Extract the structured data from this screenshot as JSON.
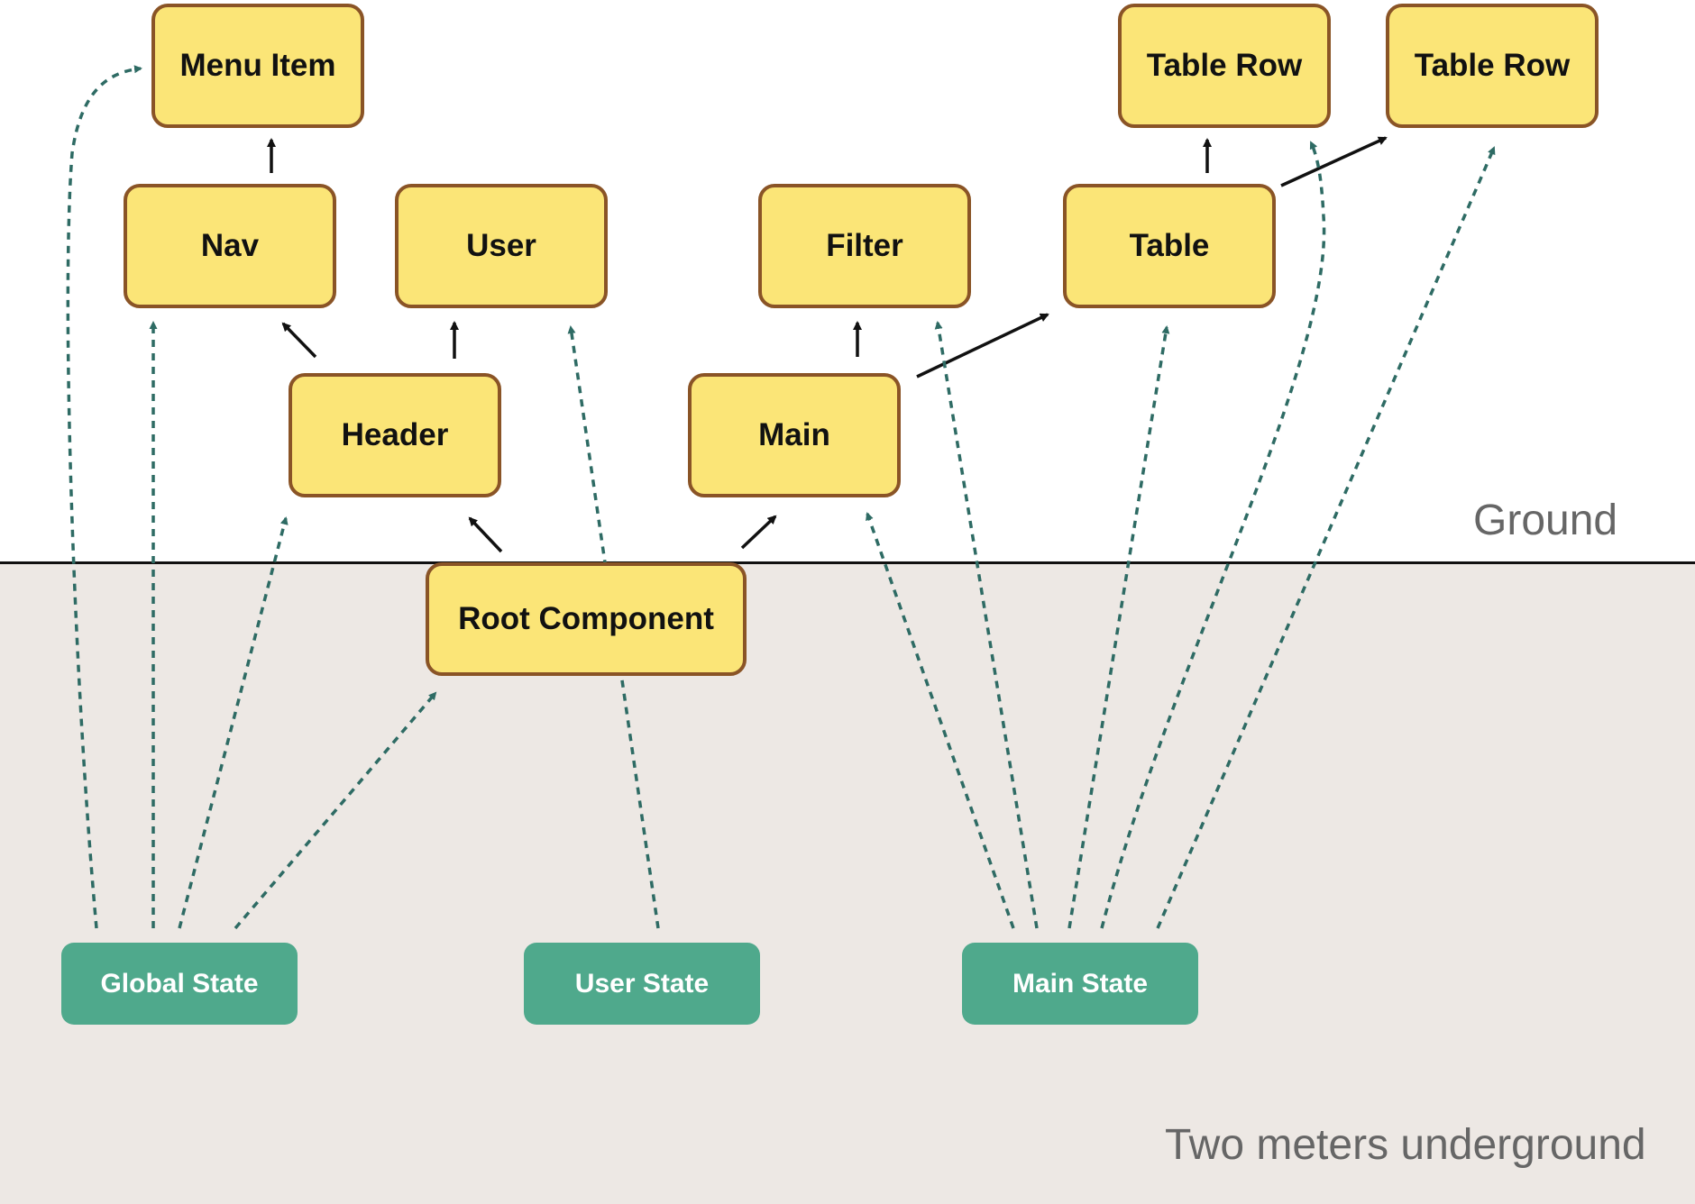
{
  "zones": {
    "ground_label": "Ground",
    "underground_label": "Two meters underground"
  },
  "components": {
    "menu_item": "Menu Item",
    "nav": "Nav",
    "user": "User",
    "header": "Header",
    "main": "Main",
    "filter": "Filter",
    "table": "Table",
    "table_row_1": "Table Row",
    "table_row_2": "Table Row",
    "root": "Root Component"
  },
  "states": {
    "global": "Global State",
    "user": "User State",
    "main": "Main State"
  },
  "colors": {
    "component_fill": "#fbe577",
    "component_border": "#8a5426",
    "state_fill": "#4fa98c",
    "state_link": "#2e6b64",
    "tree_link": "#111111",
    "underground": "#ede8e4"
  }
}
